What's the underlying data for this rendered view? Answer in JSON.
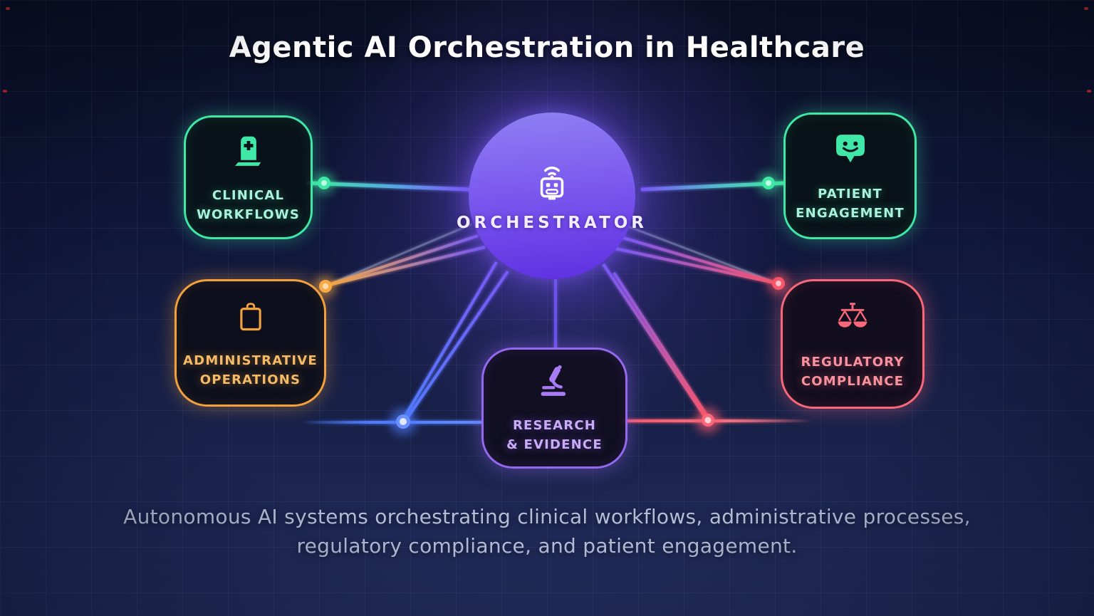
{
  "page": {
    "title": "Agentic AI Orchestration in Healthcare",
    "subtitle_line1": "Autonomous AI systems orchestrating clinical workflows, administrative processes,",
    "subtitle_line2": "regulatory compliance, and patient engagement."
  },
  "orchestrator": {
    "label": "ORCHESTRATOR",
    "icon": "robot-icon",
    "color": "#7a58ee"
  },
  "nodes": [
    {
      "id": "clinical-workflows",
      "label_line1": "CLINICAL",
      "label_line2": "WORKFLOWS",
      "icon": "hospital-icon",
      "accent_color": "#3fe8a6"
    },
    {
      "id": "patient-engagement",
      "label_line1": "PATIENT",
      "label_line2": "ENGAGEMENT",
      "icon": "chat-smile-icon",
      "accent_color": "#3fe8a6"
    },
    {
      "id": "administrative-operations",
      "label_line1": "ADMINISTRATIVE",
      "label_line2": "OPERATIONS",
      "icon": "clipboard-icon",
      "accent_color": "#f3a13d"
    },
    {
      "id": "regulatory-compliance",
      "label_line1": "REGULATORY",
      "label_line2": "COMPLIANCE",
      "icon": "scales-icon",
      "accent_color": "#f8687a"
    },
    {
      "id": "research-evidence",
      "label_line1": "RESEARCH",
      "label_line2": "& EVIDENCE",
      "icon": "microscope-icon",
      "accent_color": "#9468ef"
    }
  ],
  "connector_colors": {
    "green": "#3ee6a0",
    "orange": "#f5a843",
    "red": "#f8566b",
    "blue": "#4f7bff",
    "purple": "#7b5cf5"
  }
}
